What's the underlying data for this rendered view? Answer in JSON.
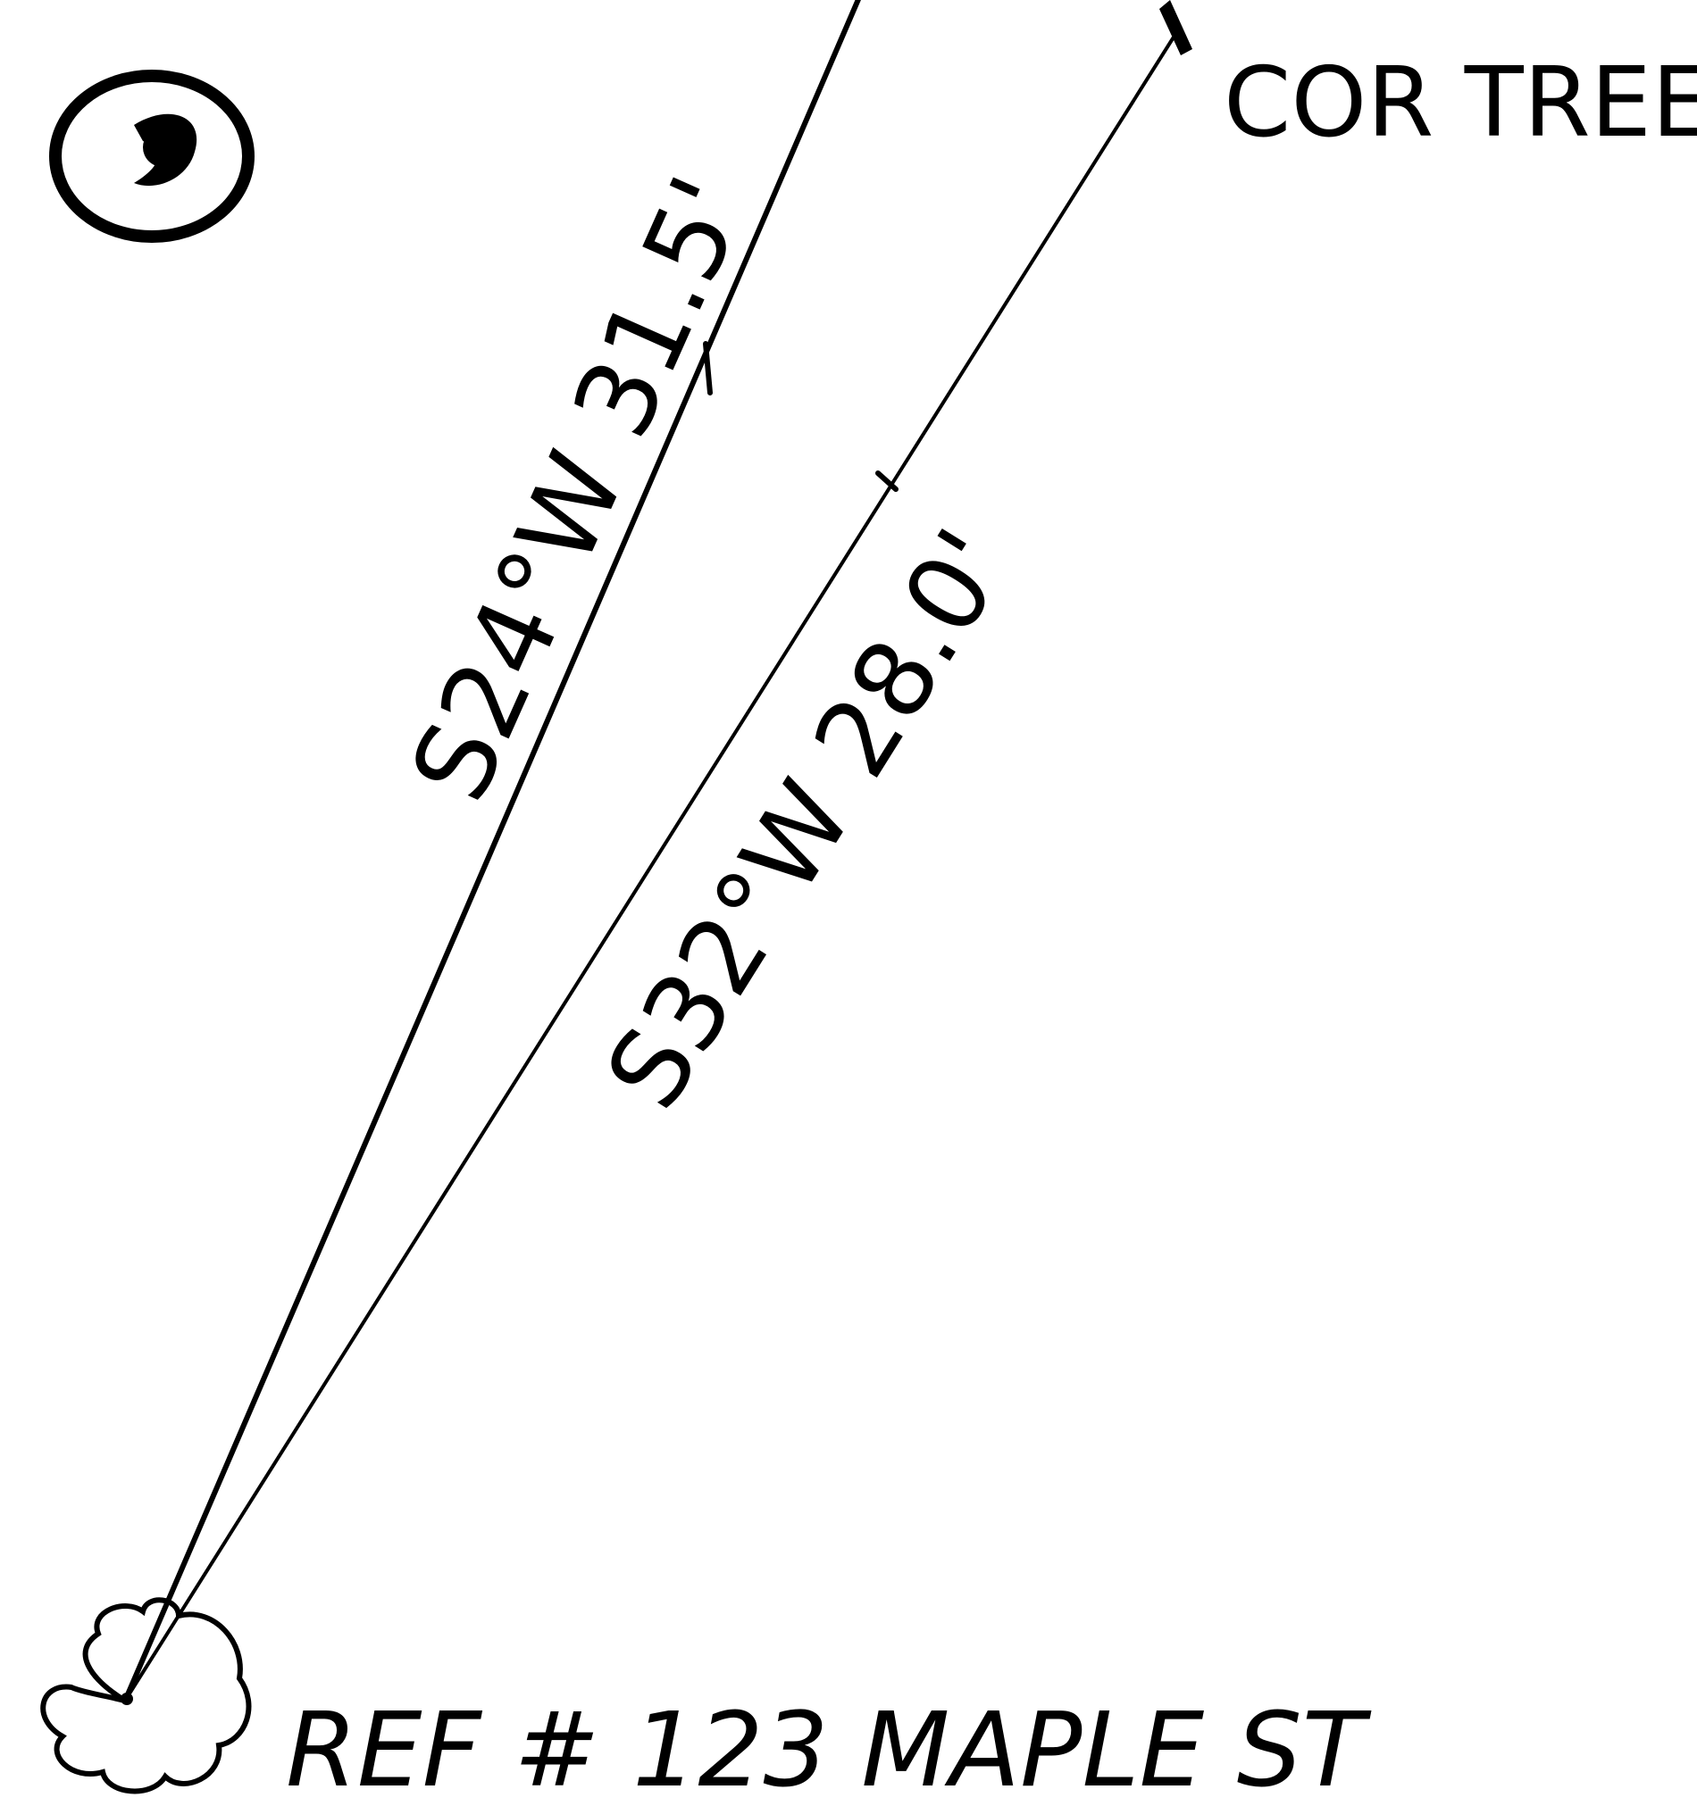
{
  "diagram": {
    "labels": {
      "top_right_point": "COR TREE",
      "bottom_left_point": "REF # 123 MAPLE ST",
      "upper_bearing": "S24°W 31.5'",
      "lower_bearing": "S32°W 28.0'"
    },
    "colors": {
      "ink": "#000000",
      "paper": "#ffffff"
    },
    "icons": {
      "corner_symbol": "circled-target-icon",
      "tree_symbol": "tree-canopy-icon"
    }
  }
}
